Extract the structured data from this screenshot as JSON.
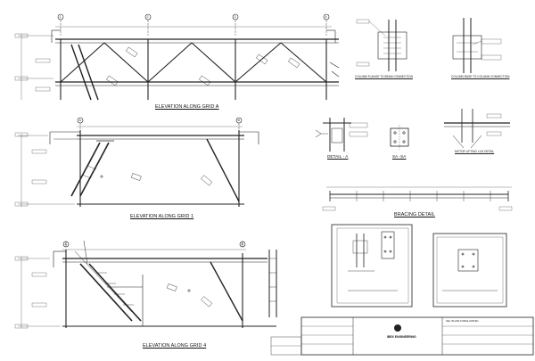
{
  "sheet": {
    "views": {
      "grid_a": "ELEVATION ALONG GRID A",
      "grid_1": "ELEVATION ALONG GRID 1",
      "grid_4": "ELEVATION ALONG GRID 4",
      "bracing": "BRACING DETAIL",
      "detail_a": "DETAIL - A",
      "section_aa": "SA -SA",
      "col_flange": "COLUMN FLANGE TO BEAM CONNECTION",
      "col_col": "COLUMN BASE TO COLUMN CONNECTION",
      "motor_lift": "MOTOR LIFTING LUG DETAIL"
    },
    "grid_bubbles": {
      "a": [
        "1",
        "2",
        "3",
        "4"
      ],
      "grid1": [
        "A",
        "B"
      ],
      "grid4": [
        "A",
        "B"
      ]
    },
    "title_block": {
      "company": "IBEX ENGINEERING",
      "client": "SEC ISLAND FORGE LIMITED"
    }
  }
}
